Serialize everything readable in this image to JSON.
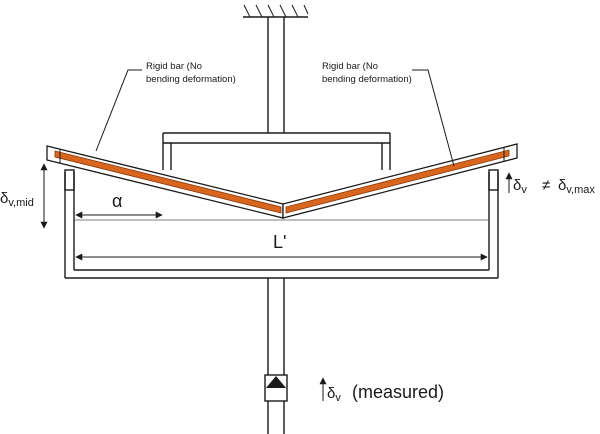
{
  "labels": {
    "rigid_bar_left_line1": "Rigid bar (No",
    "rigid_bar_left_line2": "bending deformation)",
    "rigid_bar_right_line1": "Rigid bar (No",
    "rigid_bar_right_line2": "bending deformation)",
    "delta_mid_main": "δ",
    "delta_mid_sub": "v,mid",
    "alpha": "α",
    "span": "L'",
    "delta_right_main": "δ",
    "delta_right_sub": "v",
    "neq": "≠",
    "delta_max_main": "δ",
    "delta_max_sub": "v,max",
    "delta_meas_main": "δ",
    "delta_meas_sub": "v",
    "measured_text": "(measured)"
  },
  "colors": {
    "line": "#1a1a1a",
    "bar_fill": "#d9661f",
    "bar_outline": "#8a3a0c"
  }
}
